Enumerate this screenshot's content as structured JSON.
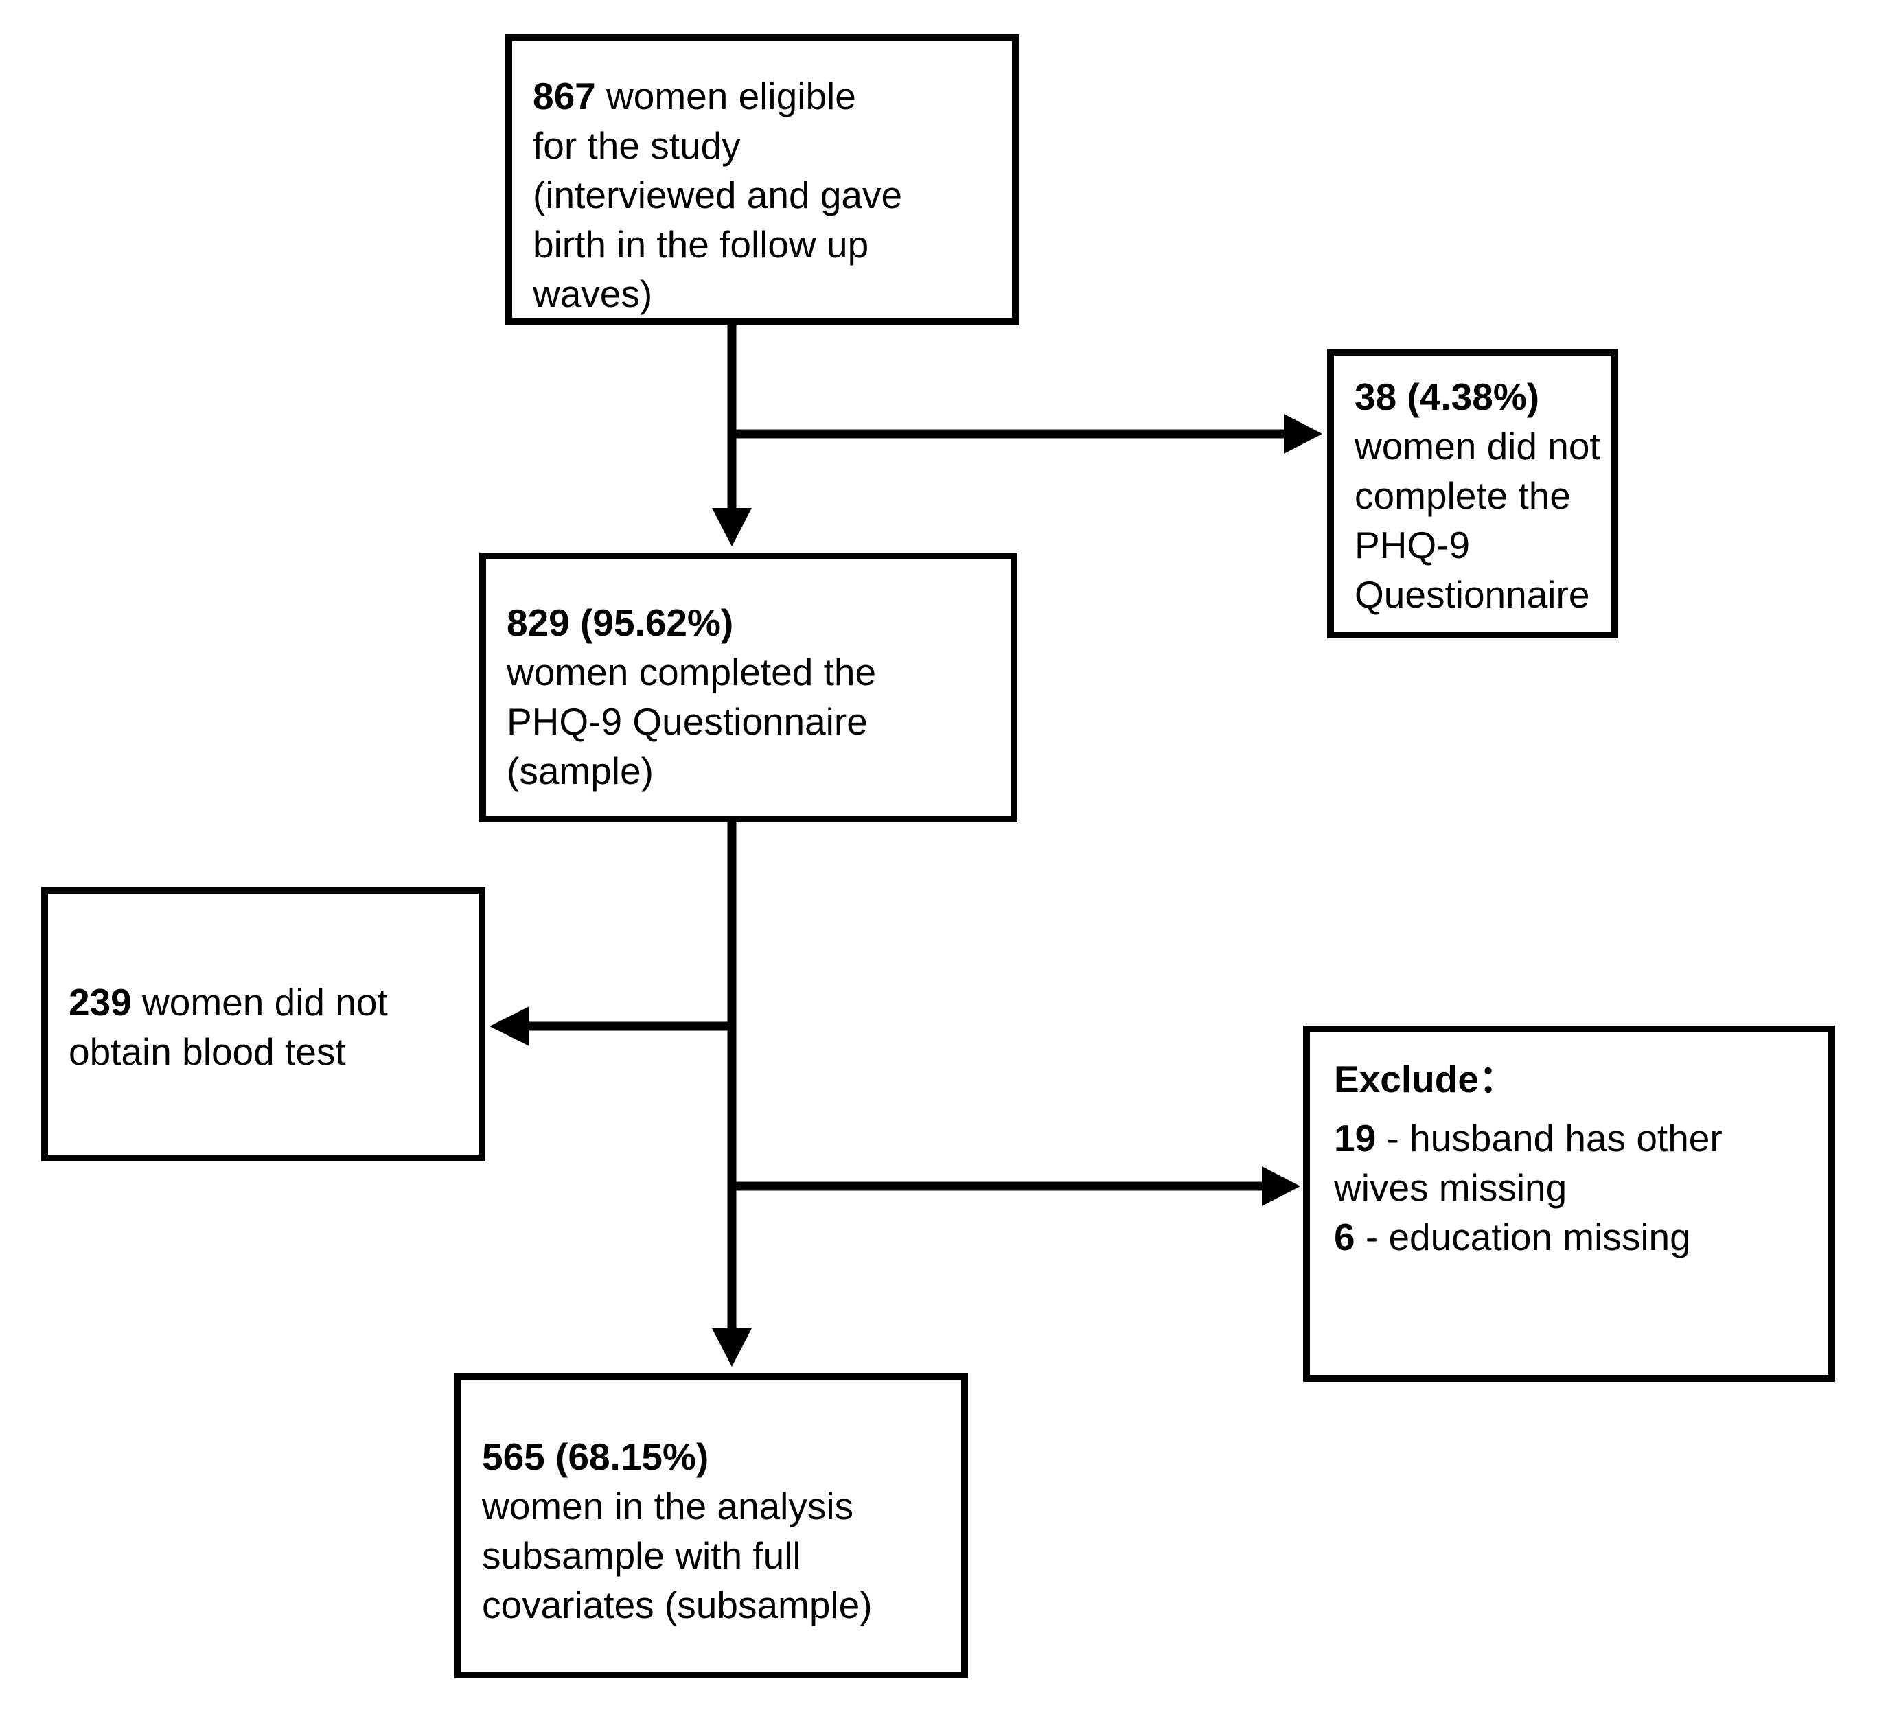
{
  "colors": {
    "ink": "#000000",
    "background": "#ffffff"
  },
  "boxes": {
    "eligible": {
      "lines": [
        {
          "b": "867",
          "t": " women eligible"
        },
        {
          "t": "for the study"
        },
        {
          "t": "(interviewed and gave"
        },
        {
          "t": "birth in the follow up"
        },
        {
          "t": "waves)"
        }
      ]
    },
    "phq9_not_completed": {
      "lines": [
        {
          "b": "38 (4.38%)"
        },
        {
          "t": "women did not"
        },
        {
          "t": "complete the"
        },
        {
          "t": "PHQ-9"
        },
        {
          "t": "Questionnaire"
        }
      ]
    },
    "phq9_completed": {
      "lines": [
        {
          "b": "829 (95.62%)"
        },
        {
          "t": "women completed the"
        },
        {
          "t": "PHQ-9 Questionnaire"
        },
        {
          "t": "(sample)"
        }
      ]
    },
    "no_blood_test": {
      "lines": [
        {
          "b": "239",
          "t": " women did not"
        },
        {
          "t": "obtain blood test"
        }
      ]
    },
    "exclude": {
      "lines": [
        {
          "b": "Exclude："
        },
        {
          "b": "19",
          "t": " - husband has other"
        },
        {
          "t": "wives missing"
        },
        {
          "b": "6",
          "t": " - education missing"
        }
      ]
    },
    "analysis_subsample": {
      "lines": [
        {
          "b": "565 (68.15%)"
        },
        {
          "t": "women in the analysis"
        },
        {
          "t": "subsample with full"
        },
        {
          "t": "covariates (subsample)"
        }
      ]
    }
  }
}
